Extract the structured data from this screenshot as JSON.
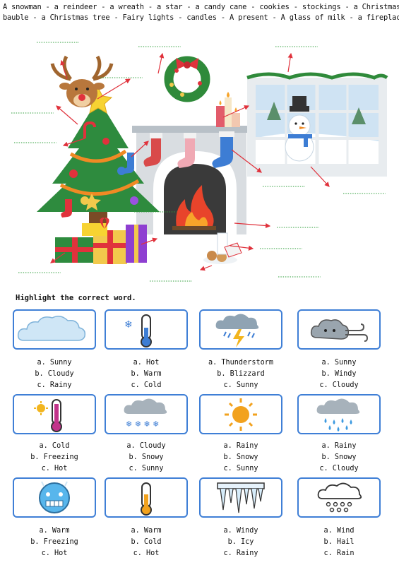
{
  "word_bank": {
    "line1": "A snowman - a reindeer - a wreath - a star - a candy cane - cookies - stockings - a Christmas",
    "line2": "bauble - a Christmas tree - Fairy lights - candles - A present - A glass of milk - a fireplace"
  },
  "instruction": "Highlight the correct word.",
  "cards": [
    {
      "icon": "cloud-icon",
      "options": [
        "a. Sunny",
        "b. Cloudy",
        "c. Rainy"
      ]
    },
    {
      "icon": "cold-thermometer-icon",
      "options": [
        "a. Hot",
        "b. Warm",
        "c. Cold"
      ]
    },
    {
      "icon": "thunderstorm-icon",
      "options": [
        "a. Thunderstorm",
        "b. Blizzard",
        "c. Sunny"
      ]
    },
    {
      "icon": "wind-icon",
      "options": [
        "a. Sunny",
        "b. Windy",
        "c. Cloudy"
      ]
    },
    {
      "icon": "hot-thermometer-icon",
      "options": [
        "a. Cold",
        "b. Freezing",
        "c. Hot"
      ]
    },
    {
      "icon": "snow-cloud-icon",
      "options": [
        "a. Cloudy",
        "b. Snowy",
        "c. Sunny"
      ]
    },
    {
      "icon": "sun-icon",
      "options": [
        "a. Rainy",
        "b. Snowy",
        "c. Sunny"
      ]
    },
    {
      "icon": "rain-cloud-icon",
      "options": [
        "a. Rainy",
        "b. Snowy",
        "c. Cloudy"
      ]
    },
    {
      "icon": "frozen-face-icon",
      "options": [
        "a. Warm",
        "b. Freezing",
        "c. Hot"
      ]
    },
    {
      "icon": "warm-thermometer-icon",
      "options": [
        "a. Warm",
        "b. Cold",
        "c. Hot"
      ]
    },
    {
      "icon": "icicles-icon",
      "options": [
        "a. Windy",
        "b. Icy",
        "c. Rainy"
      ]
    },
    {
      "icon": "hail-cloud-icon",
      "options": [
        "a. Wind",
        "b. Hail",
        "c. Rain"
      ]
    }
  ],
  "colors": {
    "card_border": "#3f7fd6",
    "arrow": "#e0323c",
    "answer_line": "#2e9e3a"
  }
}
